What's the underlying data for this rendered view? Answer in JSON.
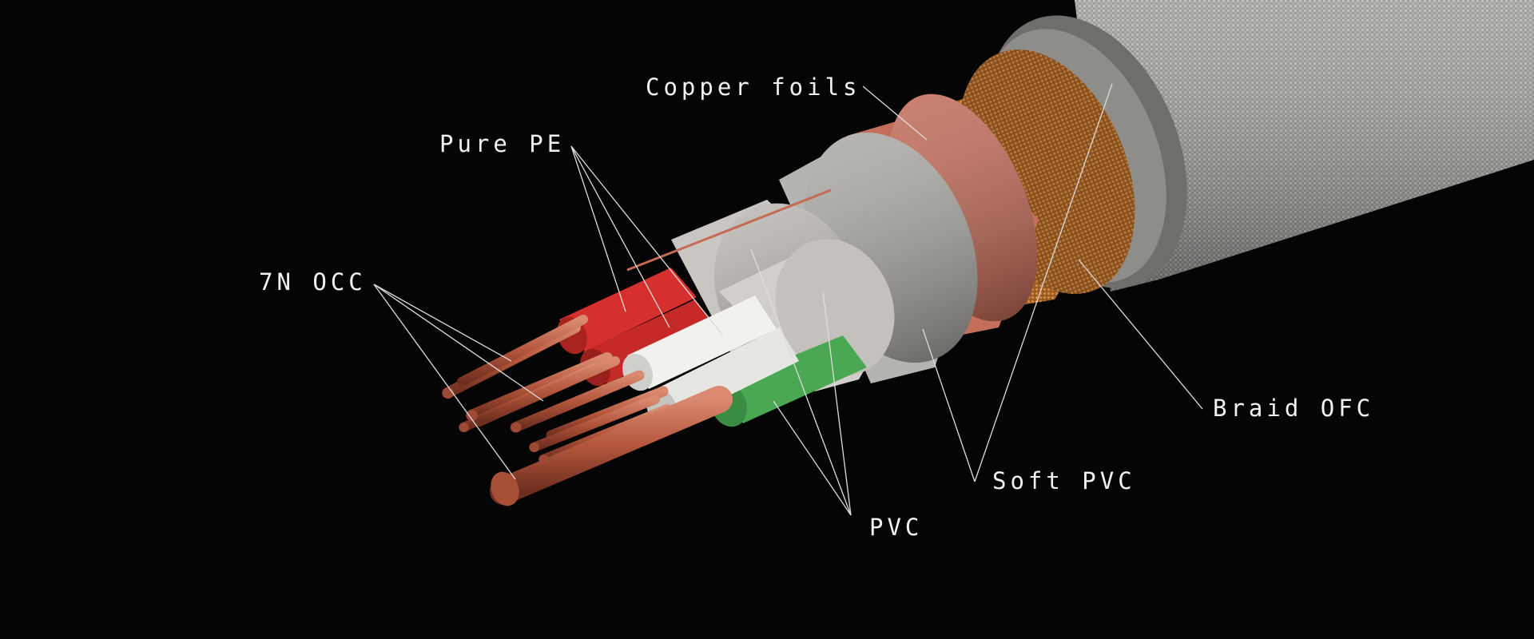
{
  "labels": {
    "copper_foils": "Copper foils",
    "pure_pe": "Pure PE",
    "occ": "7N OCC",
    "braid_ofc": "Braid OFC",
    "soft_pvc": "Soft PVC",
    "pvc": "PVC"
  },
  "colors": {
    "background": "#050505",
    "jacket": "#9a9996",
    "braid": "#b86e2c",
    "copper_foil": "#c66e5c",
    "soft_pvc": "#b6b4b0",
    "pvc": "#c9c6c1",
    "pure_pe_red": "#d6302e",
    "white_insulation": "#f1f1ee",
    "green_insulation": "#4aa852",
    "copper": "#b4563c",
    "leader_line": "#dcdcdc"
  }
}
